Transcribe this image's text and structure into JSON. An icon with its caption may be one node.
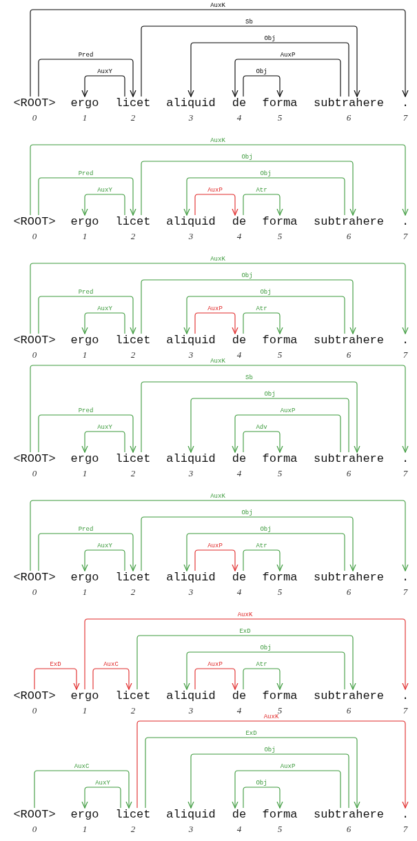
{
  "diagram": {
    "nodes": [
      {
        "text": [
          "<ROOT>"
        ],
        "beside": [
          "0"
        ]
      },
      {
        "text": [
          "ergo"
        ],
        "beside": [
          "1"
        ]
      },
      {
        "text": [
          "licet"
        ],
        "beside": [
          "2"
        ]
      },
      {
        "text": [
          "aliquid"
        ],
        "beside": [
          "3"
        ]
      },
      {
        "text": [
          "de"
        ],
        "beside": [
          "4"
        ]
      },
      {
        "text": [
          "forma"
        ],
        "beside": [
          "5"
        ]
      },
      {
        "text": [
          "subtrahere"
        ],
        "beside": [
          "6"
        ]
      },
      {
        "text": [
          "."
        ],
        "beside": [
          "7"
        ]
      },
      {
        "text": [
          "<ROOT>"
        ],
        "beside": [
          "0"
        ]
      },
      {
        "text": [
          "ergo"
        ],
        "beside": [
          "1"
        ]
      },
      {
        "text": [
          "licet"
        ],
        "beside": [
          "2"
        ]
      },
      {
        "text": [
          "aliquid"
        ],
        "beside": [
          "3"
        ]
      },
      {
        "text": [
          "de"
        ],
        "beside": [
          "4"
        ]
      },
      {
        "text": [
          "forma"
        ],
        "beside": [
          "5"
        ]
      },
      {
        "text": [
          "subtrahere"
        ],
        "beside": [
          "6"
        ]
      },
      {
        "text": [
          "."
        ],
        "beside": [
          "7"
        ]
      },
      {
        "text": [
          "<ROOT>"
        ],
        "beside": [
          "0"
        ]
      },
      {
        "text": [
          "ergo"
        ],
        "beside": [
          "1"
        ]
      },
      {
        "text": [
          "licet"
        ],
        "beside": [
          "2"
        ]
      },
      {
        "text": [
          "aliquid"
        ],
        "beside": [
          "3"
        ]
      },
      {
        "text": [
          "de"
        ],
        "beside": [
          "4"
        ]
      },
      {
        "text": [
          "forma"
        ],
        "beside": [
          "5"
        ]
      },
      {
        "text": [
          "subtrahere"
        ],
        "beside": [
          "6"
        ]
      },
      {
        "text": [
          "."
        ],
        "beside": [
          "7"
        ]
      },
      {
        "text": [
          "<ROOT>"
        ],
        "beside": [
          "0"
        ]
      },
      {
        "text": [
          "ergo"
        ],
        "beside": [
          "1"
        ]
      },
      {
        "text": [
          "licet"
        ],
        "beside": [
          "2"
        ]
      },
      {
        "text": [
          "aliquid"
        ],
        "beside": [
          "3"
        ]
      },
      {
        "text": [
          "de"
        ],
        "beside": [
          "4"
        ]
      },
      {
        "text": [
          "forma"
        ],
        "beside": [
          "5"
        ]
      },
      {
        "text": [
          "subtrahere"
        ],
        "beside": [
          "6"
        ]
      },
      {
        "text": [
          "."
        ],
        "beside": [
          "7"
        ]
      },
      {
        "text": [
          "<ROOT>"
        ],
        "beside": [
          "0"
        ]
      },
      {
        "text": [
          "ergo"
        ],
        "beside": [
          "1"
        ]
      },
      {
        "text": [
          "licet"
        ],
        "beside": [
          "2"
        ]
      },
      {
        "text": [
          "aliquid"
        ],
        "beside": [
          "3"
        ]
      },
      {
        "text": [
          "de"
        ],
        "beside": [
          "4"
        ]
      },
      {
        "text": [
          "forma"
        ],
        "beside": [
          "5"
        ]
      },
      {
        "text": [
          "subtrahere"
        ],
        "beside": [
          "6"
        ]
      },
      {
        "text": [
          "."
        ],
        "beside": [
          "7"
        ]
      },
      {
        "text": [
          "<ROOT>"
        ],
        "beside": [
          "0"
        ]
      },
      {
        "text": [
          "ergo"
        ],
        "beside": [
          "1"
        ]
      },
      {
        "text": [
          "licet"
        ],
        "beside": [
          "2"
        ]
      },
      {
        "text": [
          "aliquid"
        ],
        "beside": [
          "3"
        ]
      },
      {
        "text": [
          "de"
        ],
        "beside": [
          "4"
        ]
      },
      {
        "text": [
          "forma"
        ],
        "beside": [
          "5"
        ]
      },
      {
        "text": [
          "subtrahere"
        ],
        "beside": [
          "6"
        ]
      },
      {
        "text": [
          "."
        ],
        "beside": [
          "7"
        ]
      },
      {
        "text": [
          "<ROOT>"
        ],
        "beside": [
          "0"
        ]
      },
      {
        "text": [
          "ergo"
        ],
        "beside": [
          "1"
        ]
      },
      {
        "text": [
          "licet"
        ],
        "beside": [
          "2"
        ]
      },
      {
        "text": [
          "aliquid"
        ],
        "beside": [
          "3"
        ]
      },
      {
        "text": [
          "de"
        ],
        "beside": [
          "4"
        ]
      },
      {
        "text": [
          "forma"
        ],
        "beside": [
          "5"
        ]
      },
      {
        "text": [
          "subtrahere"
        ],
        "beside": [
          "6"
        ]
      },
      {
        "text": [
          "."
        ],
        "beside": [
          "7"
        ]
      }
    ],
    "edges": [
      {
        "from": 0,
        "to": 7,
        "arrow": "to",
        "label": "AuxK",
        "color": "#000000"
      },
      {
        "from": 2,
        "to": 6,
        "arrow": "to",
        "label": "Sb",
        "color": "#000000"
      },
      {
        "from": 6,
        "to": 3,
        "arrow": "to",
        "label": "Obj",
        "color": "#000000"
      },
      {
        "from": 6,
        "to": 4,
        "arrow": "to",
        "label": "AuxP",
        "color": "#000000"
      },
      {
        "from": 0,
        "to": 2,
        "arrow": "to",
        "label": "Pred",
        "color": "#000000"
      },
      {
        "from": 2,
        "to": 1,
        "arrow": "to",
        "label": "AuxY",
        "color": "#000000"
      },
      {
        "from": 4,
        "to": 5,
        "arrow": "to",
        "label": "Obj",
        "color": "#000000"
      },
      {
        "from": 8,
        "to": 15,
        "arrow": "to",
        "label": "AuxK"
      },
      {
        "from": 10,
        "to": 14,
        "arrow": "to",
        "label": "Obj"
      },
      {
        "from": 14,
        "to": 11,
        "arrow": "to",
        "label": "Obj"
      },
      {
        "from": 8,
        "to": 10,
        "arrow": "to",
        "label": "Pred"
      },
      {
        "from": 10,
        "to": 9,
        "arrow": "to",
        "label": "AuxY"
      },
      {
        "from": 11,
        "to": 12,
        "arrow": "to",
        "label": "AuxP",
        "color": "#e02828"
      },
      {
        "from": 12,
        "to": 13,
        "arrow": "to",
        "label": "Atr"
      },
      {
        "from": 16,
        "to": 23,
        "arrow": "to",
        "label": "AuxK"
      },
      {
        "from": 18,
        "to": 22,
        "arrow": "to",
        "label": "Obj"
      },
      {
        "from": 22,
        "to": 19,
        "arrow": "to",
        "label": "Obj"
      },
      {
        "from": 16,
        "to": 18,
        "arrow": "to",
        "label": "Pred"
      },
      {
        "from": 18,
        "to": 17,
        "arrow": "to",
        "label": "AuxY"
      },
      {
        "from": 19,
        "to": 20,
        "arrow": "to",
        "label": "AuxP",
        "color": "#e02828"
      },
      {
        "from": 20,
        "to": 21,
        "arrow": "to",
        "label": "Atr"
      },
      {
        "from": 24,
        "to": 31,
        "arrow": "to",
        "label": "AuxK"
      },
      {
        "from": 26,
        "to": 30,
        "arrow": "to",
        "label": "Sb"
      },
      {
        "from": 30,
        "to": 27,
        "arrow": "to",
        "label": "Obj"
      },
      {
        "from": 30,
        "to": 28,
        "arrow": "to",
        "label": "AuxP"
      },
      {
        "from": 24,
        "to": 26,
        "arrow": "to",
        "label": "Pred"
      },
      {
        "from": 26,
        "to": 25,
        "arrow": "to",
        "label": "AuxY"
      },
      {
        "from": 28,
        "to": 29,
        "arrow": "to",
        "label": "Adv"
      },
      {
        "from": 32,
        "to": 39,
        "arrow": "to",
        "label": "AuxK"
      },
      {
        "from": 34,
        "to": 38,
        "arrow": "to",
        "label": "Obj"
      },
      {
        "from": 38,
        "to": 35,
        "arrow": "to",
        "label": "Obj"
      },
      {
        "from": 32,
        "to": 34,
        "arrow": "to",
        "label": "Pred"
      },
      {
        "from": 34,
        "to": 33,
        "arrow": "to",
        "label": "AuxY"
      },
      {
        "from": 35,
        "to": 36,
        "arrow": "to",
        "label": "AuxP",
        "color": "#e02828"
      },
      {
        "from": 36,
        "to": 37,
        "arrow": "to",
        "label": "Atr"
      },
      {
        "from": 41,
        "to": 47,
        "arrow": "to",
        "label": "AuxK",
        "color": "#e02828"
      },
      {
        "from": 42,
        "to": 46,
        "arrow": "to",
        "label": "ExD"
      },
      {
        "from": 46,
        "to": 43,
        "arrow": "to",
        "label": "Obj"
      },
      {
        "from": 40,
        "to": 41,
        "arrow": "to",
        "label": "ExD",
        "color": "#e02828"
      },
      {
        "from": 41,
        "to": 42,
        "arrow": "to",
        "label": "AuxC",
        "color": "#e02828"
      },
      {
        "from": 43,
        "to": 44,
        "arrow": "to",
        "label": "AuxP",
        "color": "#e02828"
      },
      {
        "from": 44,
        "to": 45,
        "arrow": "to",
        "label": "Atr"
      },
      {
        "from": 50,
        "to": 55,
        "arrow": "to",
        "label": "AuxK",
        "color": "#e02828"
      },
      {
        "from": 50,
        "to": 54,
        "arrow": "to",
        "label": "ExD"
      },
      {
        "from": 54,
        "to": 51,
        "arrow": "to",
        "label": "Obj"
      },
      {
        "from": 54,
        "to": 52,
        "arrow": "to",
        "label": "AuxP"
      },
      {
        "from": 48,
        "to": 50,
        "arrow": "to",
        "label": "AuxC"
      },
      {
        "from": 50,
        "to": 49,
        "arrow": "to",
        "label": "AuxY"
      },
      {
        "from": 52,
        "to": 53,
        "arrow": "to",
        "label": "Obj"
      }
    ]
  }
}
